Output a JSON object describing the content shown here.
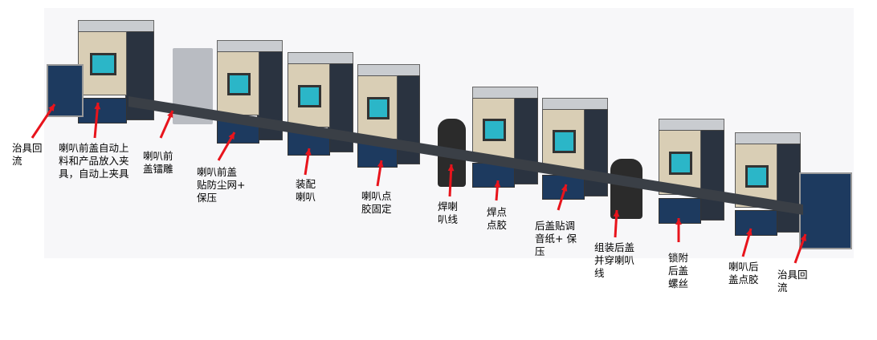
{
  "labels": [
    "治具回\n流",
    "喇叭前盖自动上\n料和产品放入夹\n具，自动上夹具",
    "喇叭前\n盖镭雕",
    "喇叭前盖\n贴防尘网+\n保压",
    "装配\n喇叭",
    "喇叭点\n胶固定",
    "焊喇\n叭线",
    "焊点\n点胶",
    "后盖贴调\n音纸+ 保\n压",
    "组装后盖\n并穿喇叭\n线",
    "锁附\n后盖\n螺丝",
    "喇叭后\n盖点胶",
    "治具回\n流"
  ],
  "colors": {
    "arrow": "#e8141c",
    "panel": "#d9ceb5",
    "base": "#1d3a5f",
    "screen": "#2bb6c8"
  }
}
